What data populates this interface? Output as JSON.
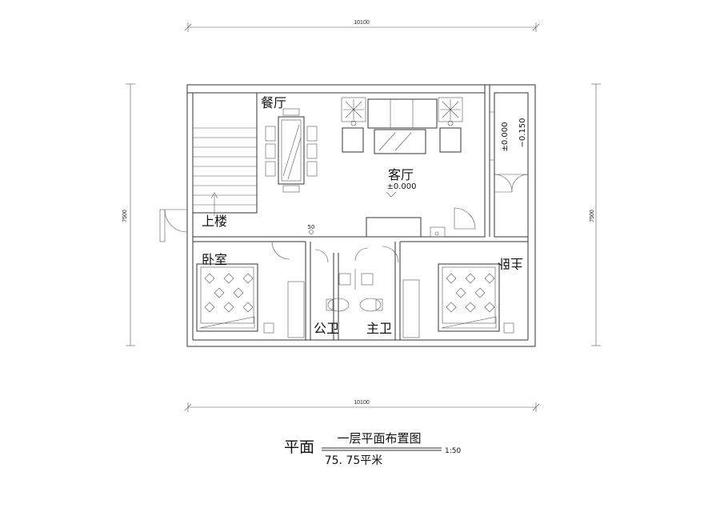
{
  "dimensions": {
    "top_width": "10100",
    "bottom_width": "10100",
    "left_height": "7500",
    "right_height": "7500"
  },
  "rooms": {
    "dining": "餐厅",
    "living": "客厅",
    "living_level": "±0.000",
    "upstairs": "上楼",
    "bedroom": "卧室",
    "master_bedroom": "主卧",
    "public_bath": "公卫",
    "master_bath": "主卫",
    "porch_level_a": "±0.000",
    "porch_level_b": "−0.150",
    "mark_50": "50"
  },
  "title_block": {
    "main": "平面",
    "name": "一层平面布置图",
    "scale": "1:50",
    "area": "75. 75平米"
  }
}
